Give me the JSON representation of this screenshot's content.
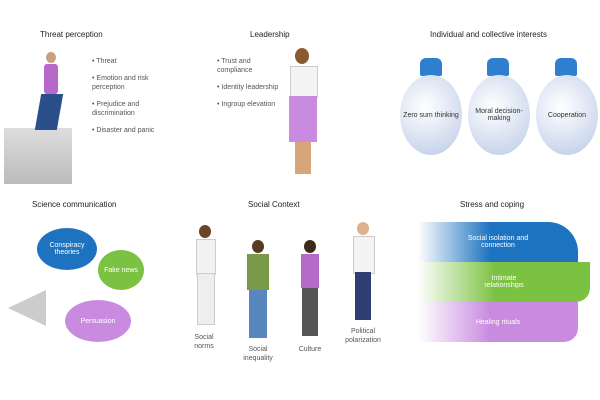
{
  "threat": {
    "title": "Threat perception",
    "items": [
      "Threat",
      "Emotion and risk perception",
      "Prejudice and discrimination",
      "Disaster and panic"
    ]
  },
  "leadership": {
    "title": "Leadership",
    "items": [
      "Trust and compliance",
      "Identity leadership",
      "Ingroup elevation"
    ]
  },
  "interests": {
    "title": "Individual and collective interests",
    "bulbs": [
      "Zero sum thinking",
      "Moral decision-making",
      "Cooperation"
    ]
  },
  "science": {
    "title": "Science communication",
    "bubbles": [
      "Conspiracy theories",
      "Fake news",
      "Persuasion"
    ]
  },
  "social": {
    "title": "Social Context",
    "people": [
      "Social norms",
      "Social inequality",
      "Culture",
      "Political polarization"
    ]
  },
  "stress": {
    "title": "Stress and coping",
    "bands": [
      "Social isolation and connection",
      "Intimate relationships",
      "Healing rituals"
    ]
  },
  "colors": {
    "blue": "#1e73c0",
    "green": "#7cc242",
    "purple": "#c98be0"
  }
}
